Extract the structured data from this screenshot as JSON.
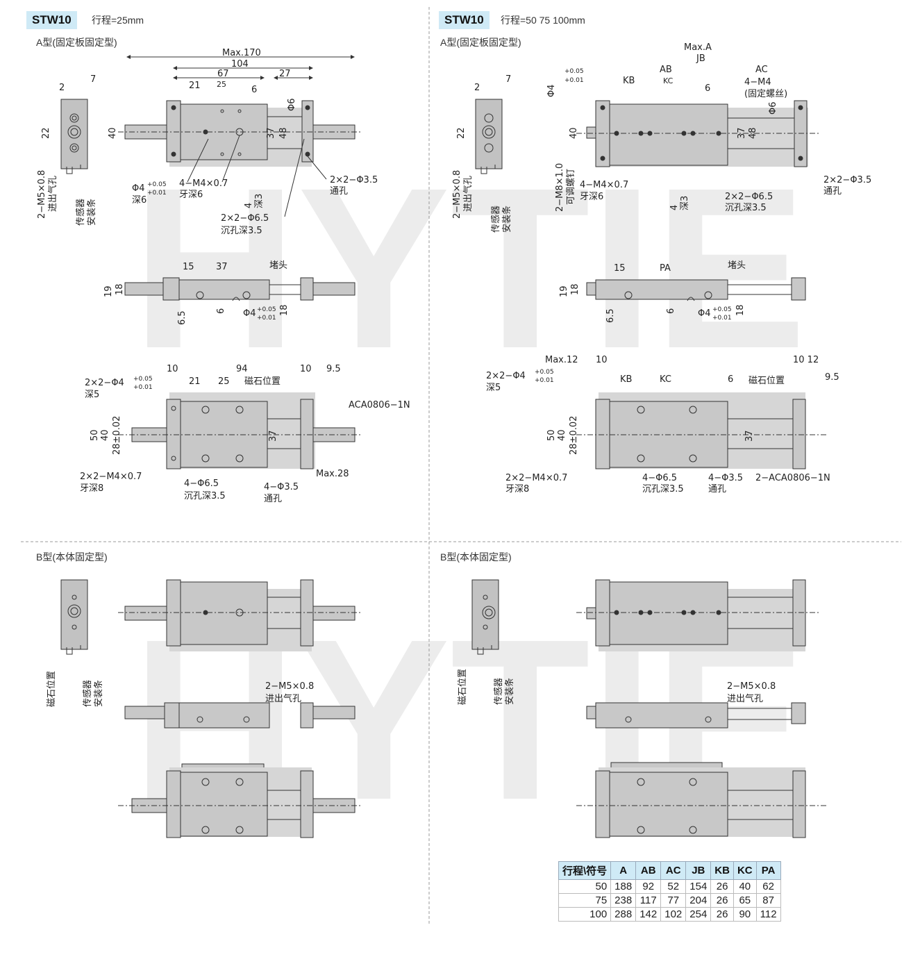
{
  "left": {
    "tag": "STW10",
    "stroke": "行程=25mm",
    "typeA": "A型(固定板固定型)",
    "typeB": "B型(本体固定型)"
  },
  "right": {
    "tag": "STW10",
    "stroke": "行程=50  75  100mm",
    "typeA": "A型(固定板固定型)",
    "typeB": "B型(本体固定型)"
  },
  "watermark": "HYTIE",
  "colors": {
    "part": "#bfbfbf",
    "shadow": "#d6d6d6",
    "line": "#333333",
    "accent": "#cfeaf6"
  },
  "dims_left": {
    "max170": "Max.170",
    "d104": "104",
    "d67": "67",
    "d27": "27",
    "d21": "21",
    "d25": "25",
    "d6": "6",
    "phi6": "Φ6",
    "d40": "40",
    "d22": "22",
    "d2": "2",
    "d7": "7",
    "d37": "37",
    "d48": "48",
    "m5": "2−M5×0.8",
    "m5b": "进出气孔",
    "sensor1": "传感器",
    "sensor2": "安装条",
    "phi4": "Φ4",
    "tolp": "+0.05",
    "tolm": "+0.01",
    "deep6": "深6",
    "m4": "4−M4×0.7",
    "ya6": "牙深6",
    "phi4b": "4",
    "deep3": "深3",
    "phi35": "2×2−Φ3.5",
    "tk": "通孔",
    "phi65": "2×2−Φ6.5",
    "sink": "沉孔深3.5",
    "s15": "15",
    "s37": "37",
    "plug": "堵头",
    "s19": "19",
    "s18": "18",
    "s65": "6.5",
    "s6": "6",
    "s18b": "18",
    "b10": "10",
    "b94": "94",
    "b10b": "10",
    "b95": "9.5",
    "b21": "21",
    "b25": "25",
    "mag": "磁石位置",
    "b2x2": "2×2−Φ4",
    "deep5": "深5",
    "aca": "ACA0806−1N",
    "b50": "50",
    "b40": "40",
    "b28": "28±0.02",
    "b37": "37",
    "bm4": "2×2−M4×0.7",
    "ya8": "牙深8",
    "b465": "4−Φ6.5",
    "b435": "4−Φ3.5",
    "max28": "Max.28"
  },
  "dims_right": {
    "maxA": "Max.A",
    "jb": "JB",
    "ab": "AB",
    "ac": "AC",
    "kb": "KB",
    "kc": "KC",
    "d6": "6",
    "m4": "4−M4",
    "fix": "(固定螺丝)",
    "phi6": "Φ6",
    "d40": "40",
    "d37": "37",
    "d48": "48",
    "m8": "2−M8×1.0",
    "m8b": "可调螺钉",
    "pa": "PA",
    "s15": "15",
    "max12": "Max.12",
    "b10": "10",
    "b1012": "10  12",
    "b95": "9.5",
    "aca": "2−ACA0806−1N"
  },
  "table": {
    "headers": [
      "行程\\符号",
      "A",
      "AB",
      "AC",
      "JB",
      "KB",
      "KC",
      "PA"
    ],
    "rows": [
      [
        "50",
        "188",
        "92",
        "52",
        "154",
        "26",
        "40",
        "62"
      ],
      [
        "75",
        "238",
        "117",
        "77",
        "204",
        "26",
        "65",
        "87"
      ],
      [
        "100",
        "288",
        "142",
        "102",
        "254",
        "26",
        "90",
        "112"
      ]
    ]
  }
}
